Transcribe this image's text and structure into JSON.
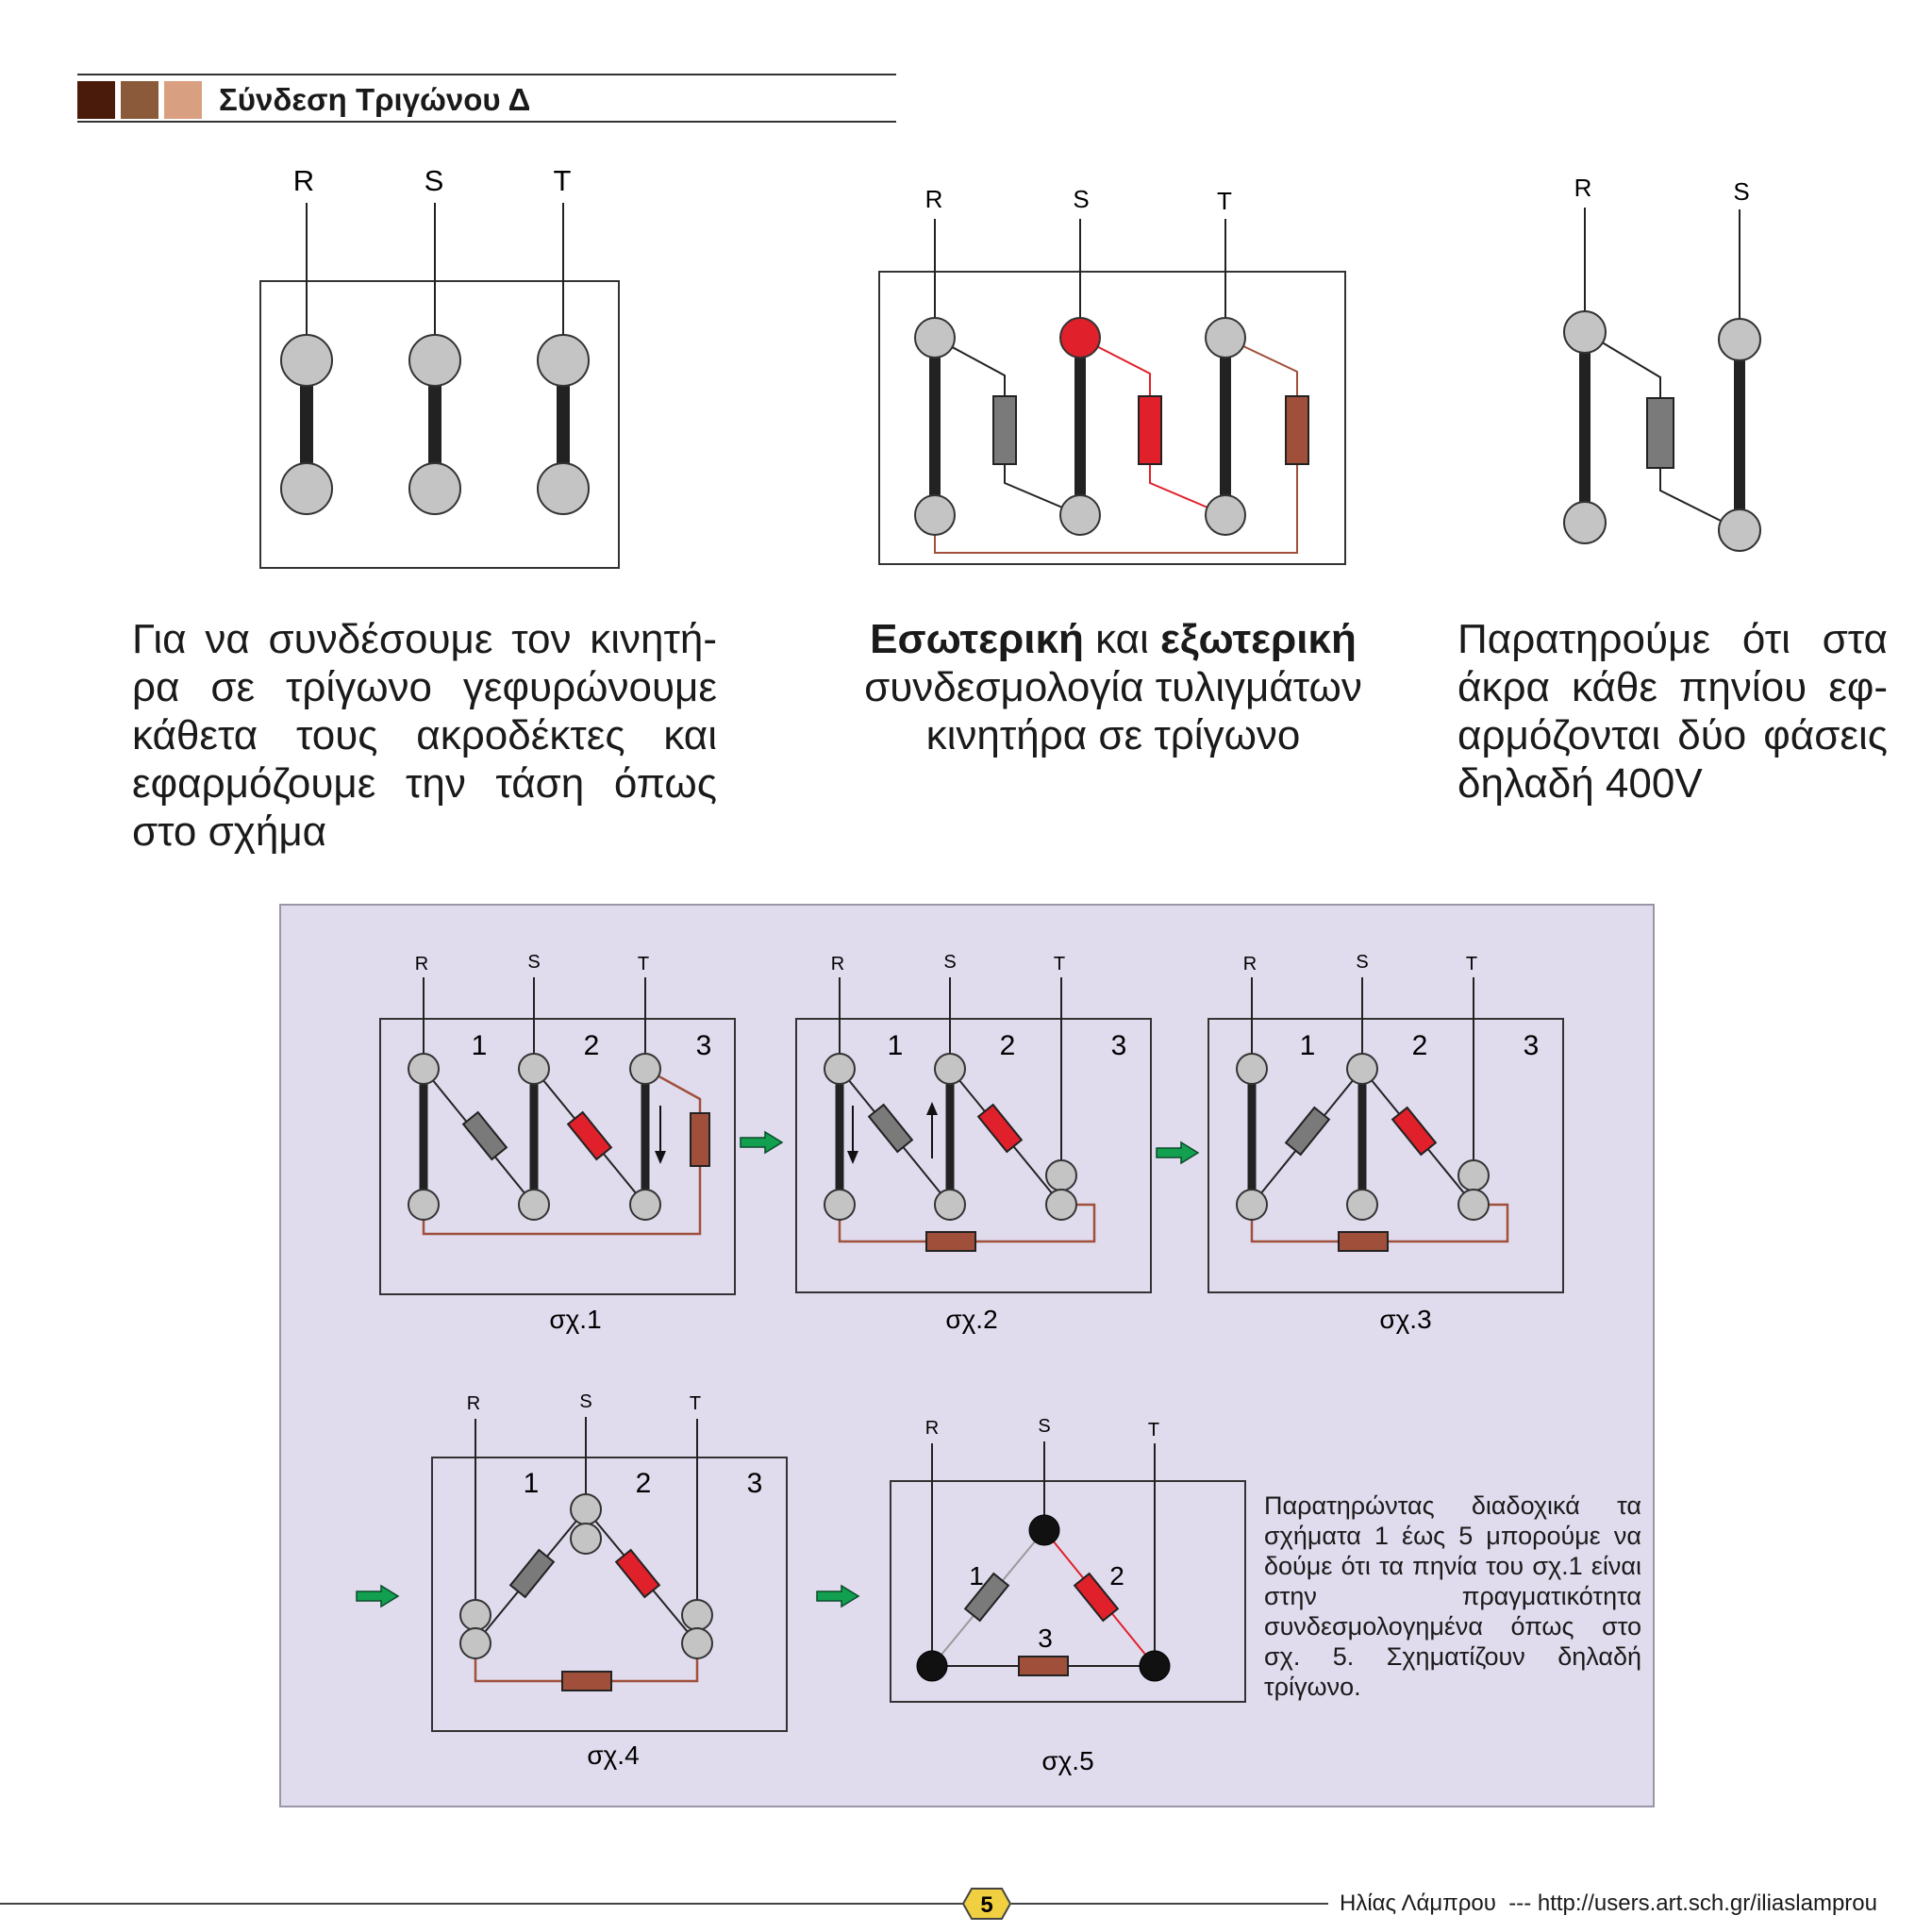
{
  "header": {
    "title": "Σύνδεση Τριγώνου Δ",
    "colors": [
      "#4a1a0a",
      "#8a5a3a",
      "#d8a080"
    ]
  },
  "phases": [
    "R",
    "S",
    "T"
  ],
  "texts": {
    "left_paragraph": "Για να συνδέσουμε τον κινητή-ρα σε τρίγωνο γεφυρώνουμε κάθετα τους ακροδέκτες και εφαρμόζουμε την τάση όπως στο σχήμα",
    "middle_bold_1": "Εσωτερική",
    "middle_normal_1": " και ",
    "middle_bold_2": "εξωτερική",
    "middle_normal_2": "συνδεσμολογία τυλιγμάτων κινητήρα σε τρίγωνο",
    "right_paragraph": "Παρατηρούμε ότι στα άκρα κάθε πηνίου εφ-αρμόζονται δύο φάσεις δηλαδή 400V",
    "note": "Παρατηρώντας διαδοχικά τα σχήματα 1 έως 5 μπορούμε να δούμε ότι τα πηνία του σχ.1 είναι στην πραγματικότητα συνδεσμολογημένα όπως στο σχ. 5. Σχηματίζουν δηλαδή τρίγωνο."
  },
  "figures": {
    "coil_numbers": [
      "1",
      "2",
      "3"
    ],
    "captions": [
      "σχ.1",
      "σχ.2",
      "σχ.3",
      "σχ.4",
      "σχ.5"
    ]
  },
  "colors": {
    "coil_gray": "#7a7a7a",
    "coil_red": "#e0202a",
    "coil_brown": "#a0503a",
    "terminal": "#c4c4c4",
    "panel_bg": "#e0dcee",
    "arrow_green": "#12a050"
  },
  "footer": {
    "page_number": "5",
    "author": "Ηλίας Λάμπρου  --- http://users.art.sch.gr/iliaslamprou"
  }
}
